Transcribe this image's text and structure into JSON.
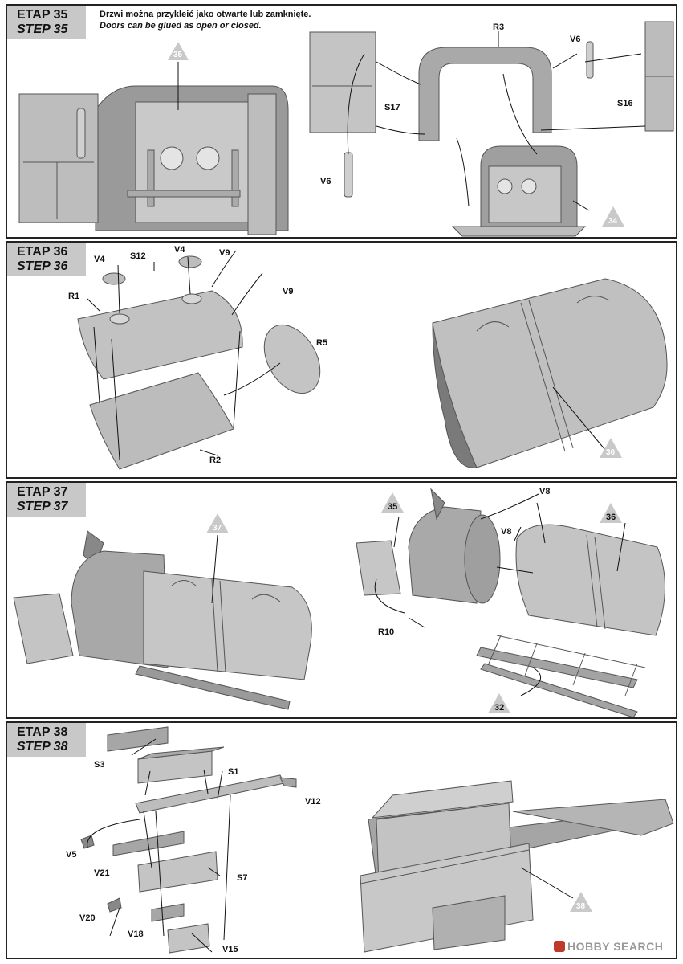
{
  "steps": [
    {
      "pl": "ETAP 35",
      "en": "STEP 35",
      "note_pl": "Drzwi można przykleić jako otwarte lub zamknięte.",
      "note_en": "Doors can be glued as open or closed.",
      "labels": [
        "R3",
        "V6",
        "S17",
        "S16",
        "V6"
      ],
      "markers": [
        "35",
        "34"
      ]
    },
    {
      "pl": "ETAP 36",
      "en": "STEP 36",
      "labels": [
        "V4",
        "S12",
        "V4",
        "V9",
        "V9",
        "R1",
        "R5",
        "R2"
      ],
      "markers": [
        "36"
      ]
    },
    {
      "pl": "ETAP 37",
      "en": "STEP 37",
      "labels": [
        "V8",
        "V8",
        "R10"
      ],
      "markers": [
        "37",
        "35",
        "36",
        "32"
      ]
    },
    {
      "pl": "ETAP 38",
      "en": "STEP 38",
      "labels": [
        "S3",
        "S1",
        "V12",
        "V5",
        "V21",
        "S7",
        "V20",
        "V18",
        "V15"
      ],
      "markers": [
        "38"
      ]
    }
  ],
  "watermark": "HOBBY SEARCH"
}
